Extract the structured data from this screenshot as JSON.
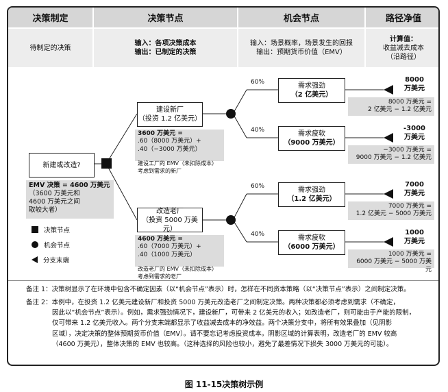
{
  "headers": {
    "decision": "决策制定",
    "decision_node": "决策节点",
    "chance_node": "机会节点",
    "path_value": "路径净值"
  },
  "subheaders": {
    "decision": "待制定的决策",
    "decision_node_input": "输入：各项决策成本",
    "decision_node_output": "输出：已制定的决策",
    "chance_node_input": "输入：场景概率，场景发生的回报",
    "chance_node_output": "输出：预期货币价值（EMV）",
    "path_value_calc": "计算值：",
    "path_value_formula": "收益减去成本",
    "path_value_path": "（沿路径）"
  },
  "tree": {
    "root_question": "新建或改造?",
    "root_emv_line1": "EMV 决策 = 4600 万美元",
    "root_emv_line2": "（3600 万美元和",
    "root_emv_line3": "4600 万美元之间",
    "root_emv_line4": "取较大者）",
    "build_new_line1": "建设新厂",
    "build_new_line2": "（投资 1.2 亿美元）",
    "build_new_emv_line1": "3600 万美元 =",
    "build_new_emv_line2": ".60（8000 万美元）+",
    "build_new_emv_line3": ".40（−3000 万美元）",
    "build_new_emv_line4": "建设工厂的 EMV（未扣除成本）",
    "build_new_emv_line5": "考虑到需求的新厂",
    "upgrade_line1": "改造老厂",
    "upgrade_line2": "（投资 5000 万美元）",
    "upgrade_emv_line1": "4600 万美元 =",
    "upgrade_emv_line2": ".60（7000 万美元）+",
    "upgrade_emv_line3": ".40（1000 万美元）",
    "upgrade_emv_line4": "改造老厂的 EMV（未扣除成本）",
    "upgrade_emv_line5": "考虑到需求的老厂",
    "prob_60a": "60%",
    "prob_40a": "40%",
    "prob_60b": "60%",
    "prob_40b": "40%",
    "strong_new_line1": "需求强劲",
    "strong_new_line2": "（2 亿美元）",
    "weak_new_line1": "需求疲软",
    "weak_new_line2": "（9000 万美元）",
    "strong_old_line1": "需求强劲",
    "strong_old_line2": "（1.2 亿美元）",
    "weak_old_line1": "需求疲软",
    "weak_old_line2": "（6000 万美元）",
    "pay1_line1": "8000",
    "pay1_line2": "万美元",
    "pay1_calc1": "8000 万美元 =",
    "pay1_calc2": "2 亿美元 − 1.2 亿美元",
    "pay2_line1": "-3000",
    "pay2_line2": "万美元",
    "pay2_calc1": "−3000 万美元 =",
    "pay2_calc2": "9000 万美元 − 1.2 亿美元",
    "pay3_line1": "7000",
    "pay3_line2": "万美元",
    "pay3_calc1": "7000 万美元 =",
    "pay3_calc2": "1.2 亿美元 − 5000 万美元",
    "pay4_line1": "1000",
    "pay4_line2": "万美元",
    "pay4_calc1": "1000 万美元 =",
    "pay4_calc2": "6000 万美元 − 5000 万美元"
  },
  "legend": {
    "decision_node": "决策节点",
    "chance_node": "机会节点",
    "branch_end": "分支末端"
  },
  "notes": {
    "note1_label": "备注 1：",
    "note1_text": "决策树显示了在环境中包含不确定因素（以“机会节点”表示）时，怎样在不同资本策略（以“决策节点”表示）之间制定决策。",
    "note2_label": "备注 2：",
    "note2_line1": "本例中，在投资 1.2 亿美元建设新厂和投资 5000 万美元改造老厂之间制定决策。两种决策都必须考虑到需求（不确定，",
    "note2_line2": "因此以“机会节点”表示）。例如，需求强劲情况下，建设新厂，可带来 2 亿美元的收入；如改造老厂，则可能由于产能的限制，",
    "note2_line3": "仅可带来 1.2 亿美元收入。两个分支末端都显示了收益减去成本的净效益。两个决策分支中，将所有效果叠加（见阴影",
    "note2_line4": "区域），决定决策的整体预期货币价值（EMV）。请不要忘记考虑投资成本。阴影区域的计算表明，改造老厂的 EMV 较高",
    "note2_line5": "（4600 万美元），整体决策的 EMV 也较高。（这种选择的风险也较小，避免了最差情况下损失 3000 万美元的可能）。"
  },
  "caption": "图 11-15决策树示例"
}
